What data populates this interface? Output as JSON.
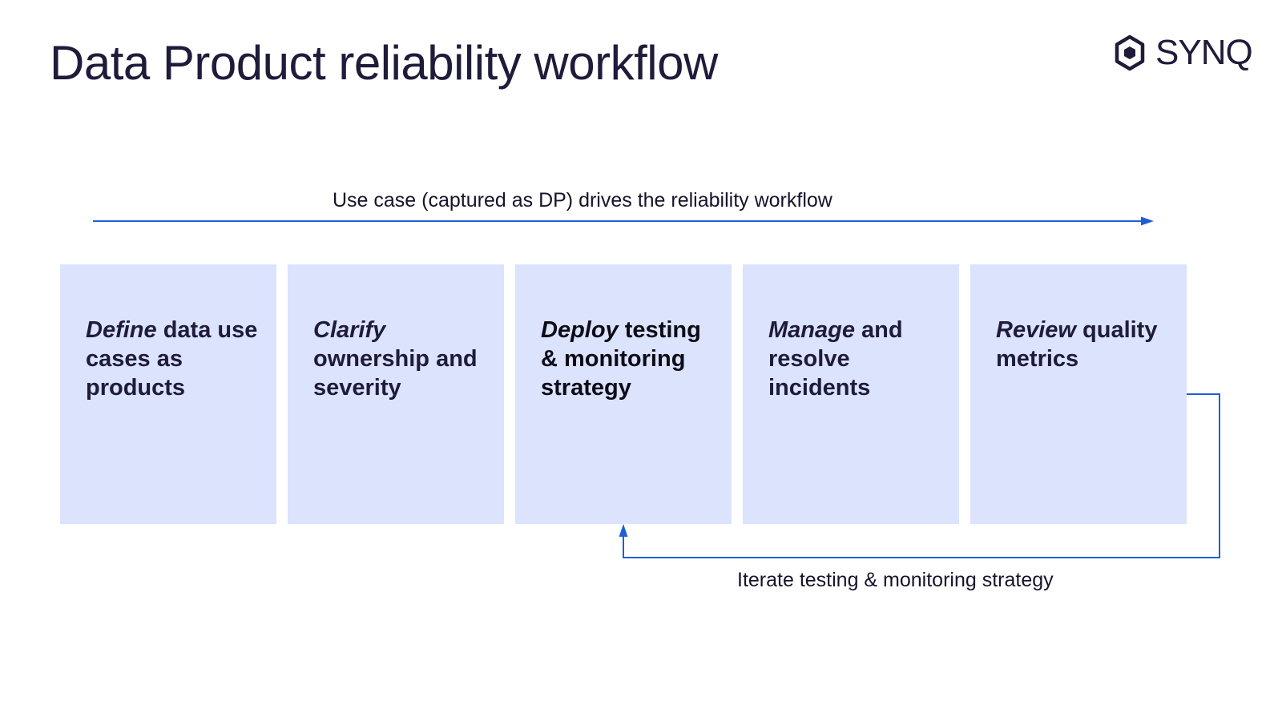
{
  "title": "Data Product reliability workflow",
  "logo": {
    "text": "SYNQ",
    "icon": "hexagon-logo-icon"
  },
  "flow": {
    "label": "Use case (captured as DP) drives the reliability workflow",
    "color": "#1f5fd6"
  },
  "steps": [
    {
      "emphasis": "Define",
      "rest": " data use cases as products"
    },
    {
      "emphasis": "Clarify",
      "rest": " ownership and severity"
    },
    {
      "emphasis": "Deploy",
      "rest": " testing & monitoring strategy"
    },
    {
      "emphasis": "Manage",
      "rest": " and resolve incidents"
    },
    {
      "emphasis": "Review",
      "rest": " quality metrics"
    }
  ],
  "feedback": {
    "label": "Iterate testing & monitoring strategy"
  },
  "colors": {
    "box_fill": "#dbe3fd",
    "text": "#1f1b3a",
    "arrow": "#1f5fd6"
  }
}
